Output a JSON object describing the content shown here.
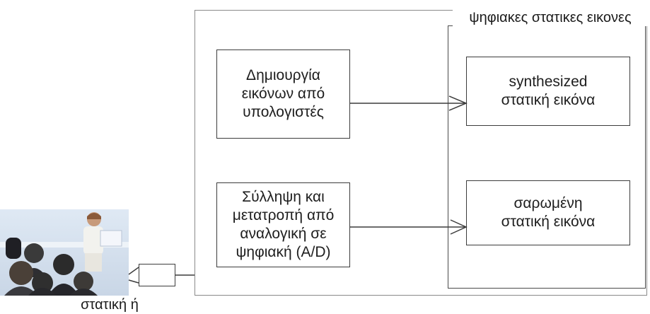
{
  "diagram": {
    "digital_group_title": "ψηφιακες στατικες εικονες",
    "creation_box": "Δημιουργία\nεικόνων από\nυπολογιστές",
    "capture_box": "Σύλληψη και\nμετατροπή από\nαναλογική σε\nψηφιακή (A/D)",
    "synthesized_box": "synthesized\nστατική εικόνα",
    "scanned_box": "σαρωμένη\nστατική εικόνα",
    "bottom_caption": "στατική ή"
  },
  "photo": {
    "description_icon": "people-photo"
  },
  "colors": {
    "border": "#3c3c3c",
    "frame": "#8a8a8a",
    "text": "#1e1e1e"
  }
}
